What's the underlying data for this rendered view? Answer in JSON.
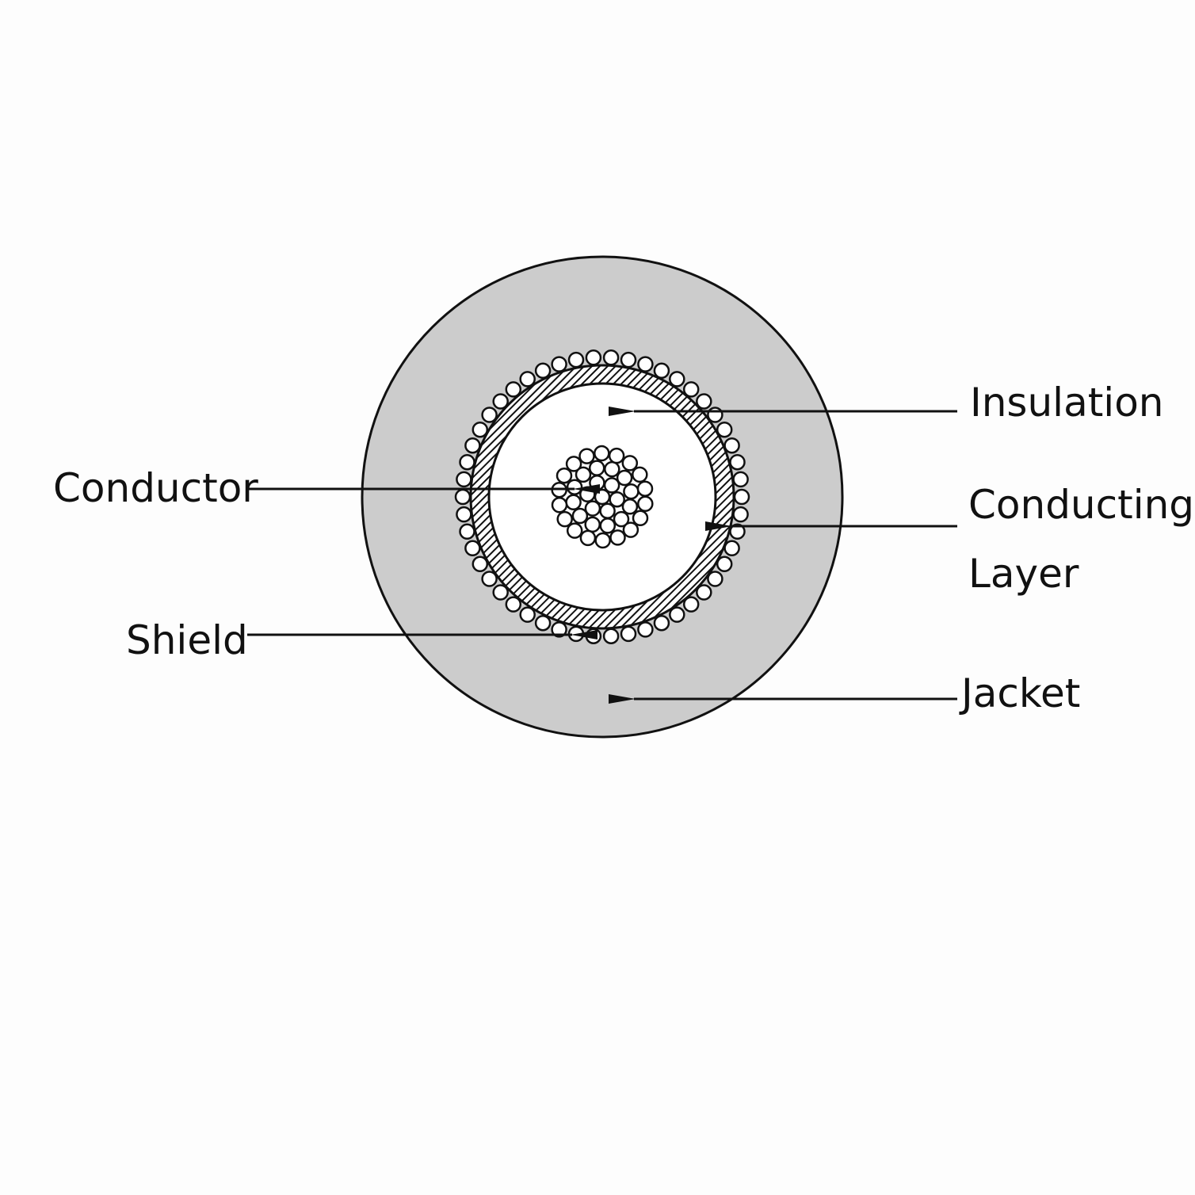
{
  "labels": {
    "insulation": "Insulation",
    "conducting_layer_line1": "Conducting",
    "conducting_layer_line2": "Layer",
    "conductor": "Conductor",
    "shield": "Shield",
    "jacket": "Jacket"
  },
  "colors": {
    "background": "#fdfdfd",
    "jacket_fill": "#cccccc",
    "insulation_fill": "#ffffff",
    "stroke": "#111111",
    "wire_fill": "#ffffff"
  }
}
